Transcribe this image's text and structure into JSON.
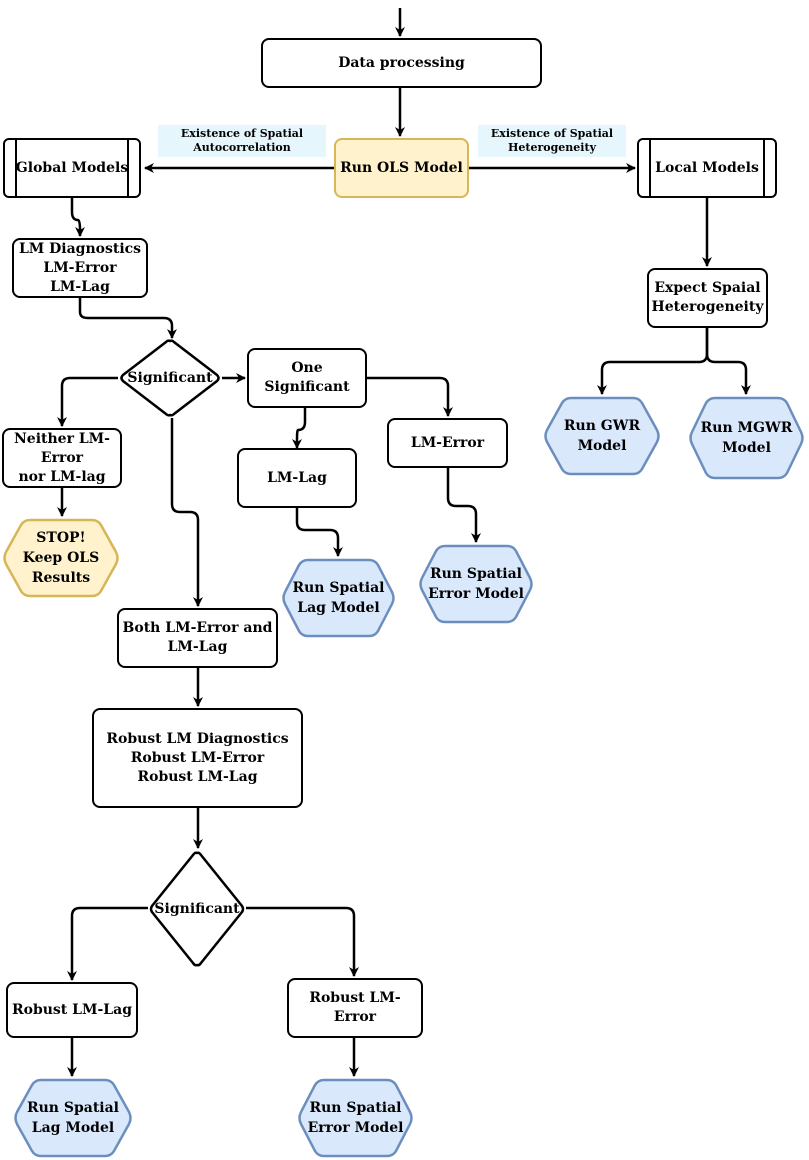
{
  "labels": {
    "data_processing": "Data processing",
    "run_ols": "Run OLS Model",
    "global_models": "Global Models",
    "local_models": "Local Models",
    "spatial_autocorrelation": "Existence of Spatial\nAutocorrelation",
    "spatial_heterogeneity": "Existence of Spatial\nHeterogeneity",
    "lm_diagnostics": "LM Diagnostics\nLM-Error\nLM-Lag",
    "significant_1": "Significant",
    "one_significant": "One Significant",
    "neither": "Neither LM-\nError\nnor LM-lag",
    "stop": "STOP!\nKeep OLS\nResults",
    "lm_lag": "LM-Lag",
    "lm_error": "LM-Error",
    "run_spatial_lag_1": "Run Spatial\nLag Model",
    "run_spatial_error_1": "Run Spatial\nError Model",
    "both": "Both LM-Error and\nLM-Lag",
    "robust_diagnostics": "Robust LM Diagnostics\nRobust LM-Error\nRobust LM-Lag",
    "significant_2": "Significant",
    "robust_lm_lag": "Robust LM-Lag",
    "robust_lm_error": "Robust LM-Error",
    "run_spatial_lag_2": "Run Spatial\nLag Model",
    "run_spatial_error_2": "Run Spatial\nError Model",
    "expect_heterogeneity": "Expect Spaial\nHeterogeneity",
    "run_gwr": "Run GWR\nModel",
    "run_mgwr": "Run MGWR\nModel"
  },
  "colors": {
    "stroke": "#000000",
    "ols_fill": "#fff2cc",
    "ols_stroke": "#d6b656",
    "model_fill": "#dae8fc",
    "model_stroke": "#6c8ebf",
    "edge_label_fill": "#e6f6fd"
  }
}
